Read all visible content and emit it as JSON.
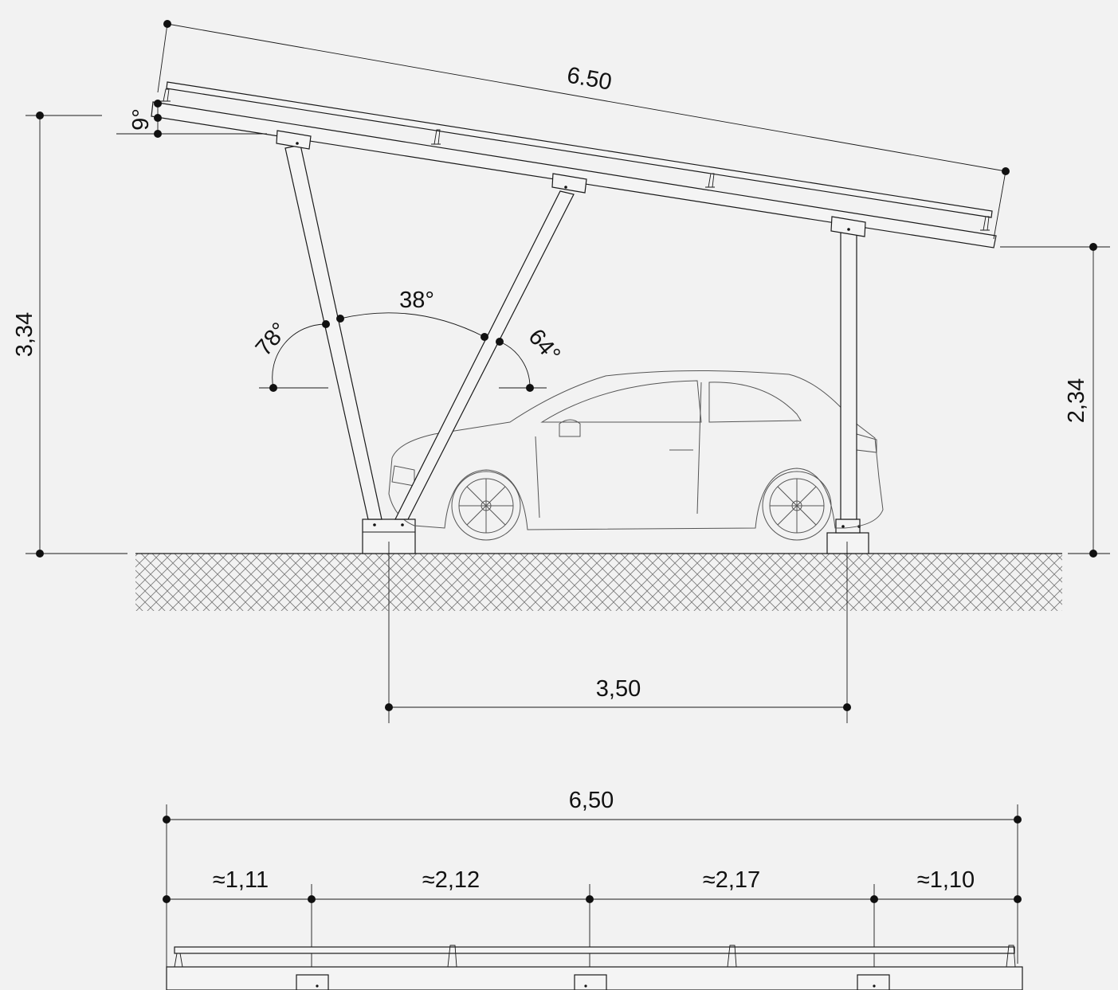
{
  "elevation": {
    "panel_length": "6.50",
    "panel_tilt": "9°",
    "front_height": "3,34",
    "rear_height": "2,34",
    "angle_left": "78°",
    "angle_between": "38°",
    "angle_right": "64°",
    "post_spacing": "3,50"
  },
  "plan": {
    "total_length": "6,50",
    "segments": [
      "≈1,11",
      "≈2,12",
      "≈2,17",
      "≈1,10"
    ]
  },
  "colors": {
    "background": "#f2f2f2",
    "line": "#1a1a1a",
    "ground_hatch": "#777777",
    "car_line": "#555555"
  }
}
